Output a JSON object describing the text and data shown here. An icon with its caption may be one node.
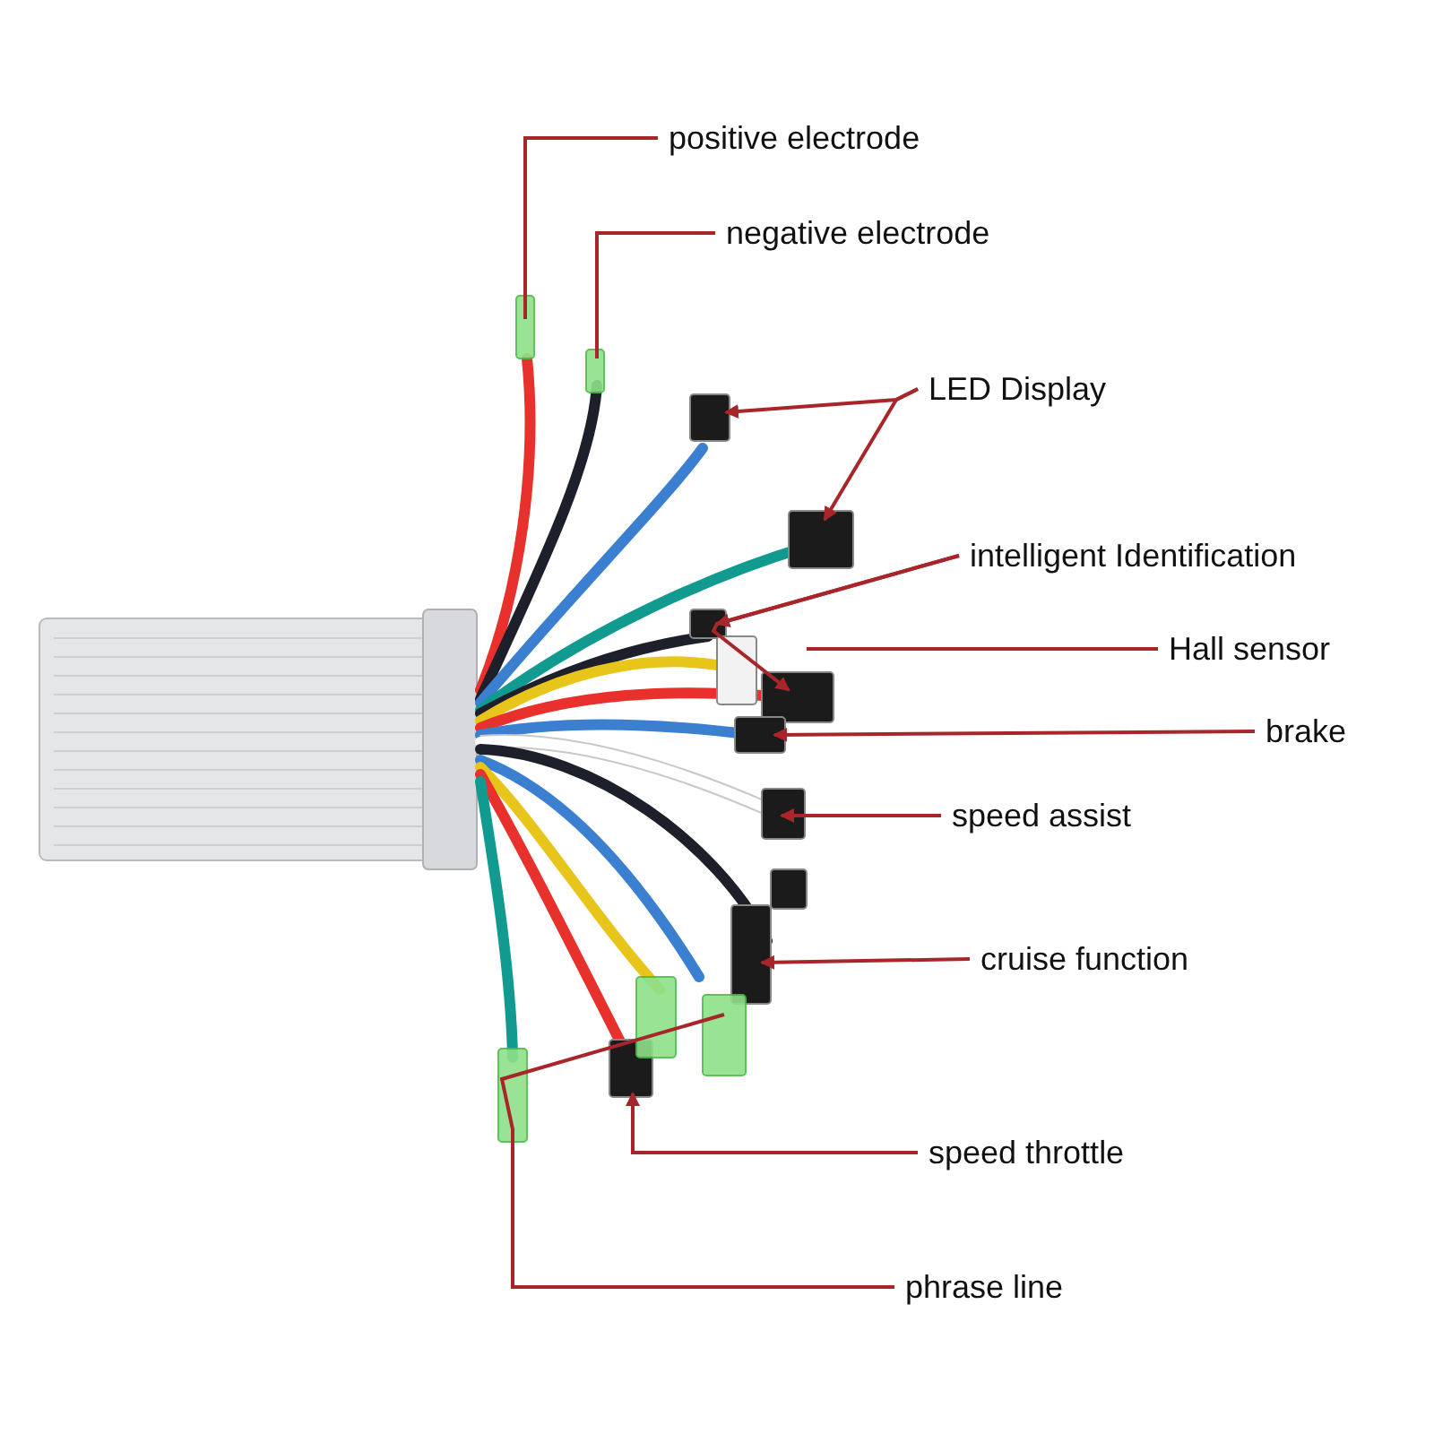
{
  "diagram": {
    "nodes": [
      {
        "text": [
          "positive electrode"
        ]
      },
      {
        "text": [
          "negative electrode"
        ]
      },
      {
        "text": [
          "LED Display"
        ]
      },
      {
        "text": [
          "intelligent Identification"
        ]
      },
      {
        "text": [
          "Hall sensor"
        ]
      },
      {
        "text": [
          "brake"
        ]
      },
      {
        "text": [
          "speed assist"
        ]
      },
      {
        "text": [
          "cruise function"
        ]
      },
      {
        "text": [
          "speed throttle"
        ]
      },
      {
        "text": [
          "phrase line"
        ]
      }
    ],
    "edges": [
      {
        "from": 0,
        "to": null,
        "arrow": "none"
      },
      {
        "from": 1,
        "to": null,
        "arrow": "none"
      },
      {
        "from": 2,
        "to": null,
        "arrow": "to"
      },
      {
        "from": 2,
        "to": null,
        "arrow": "to"
      },
      {
        "from": 3,
        "to": null,
        "arrow": "to"
      },
      {
        "from": 3,
        "to": null,
        "arrow": "to"
      },
      {
        "from": 4,
        "to": null,
        "arrow": "none"
      },
      {
        "from": 5,
        "to": null,
        "arrow": "to"
      },
      {
        "from": 6,
        "to": null,
        "arrow": "to"
      },
      {
        "from": 7,
        "to": null,
        "arrow": "to"
      },
      {
        "from": 8,
        "to": null,
        "arrow": "to"
      },
      {
        "from": 9,
        "to": null,
        "arrow": "none"
      }
    ]
  }
}
